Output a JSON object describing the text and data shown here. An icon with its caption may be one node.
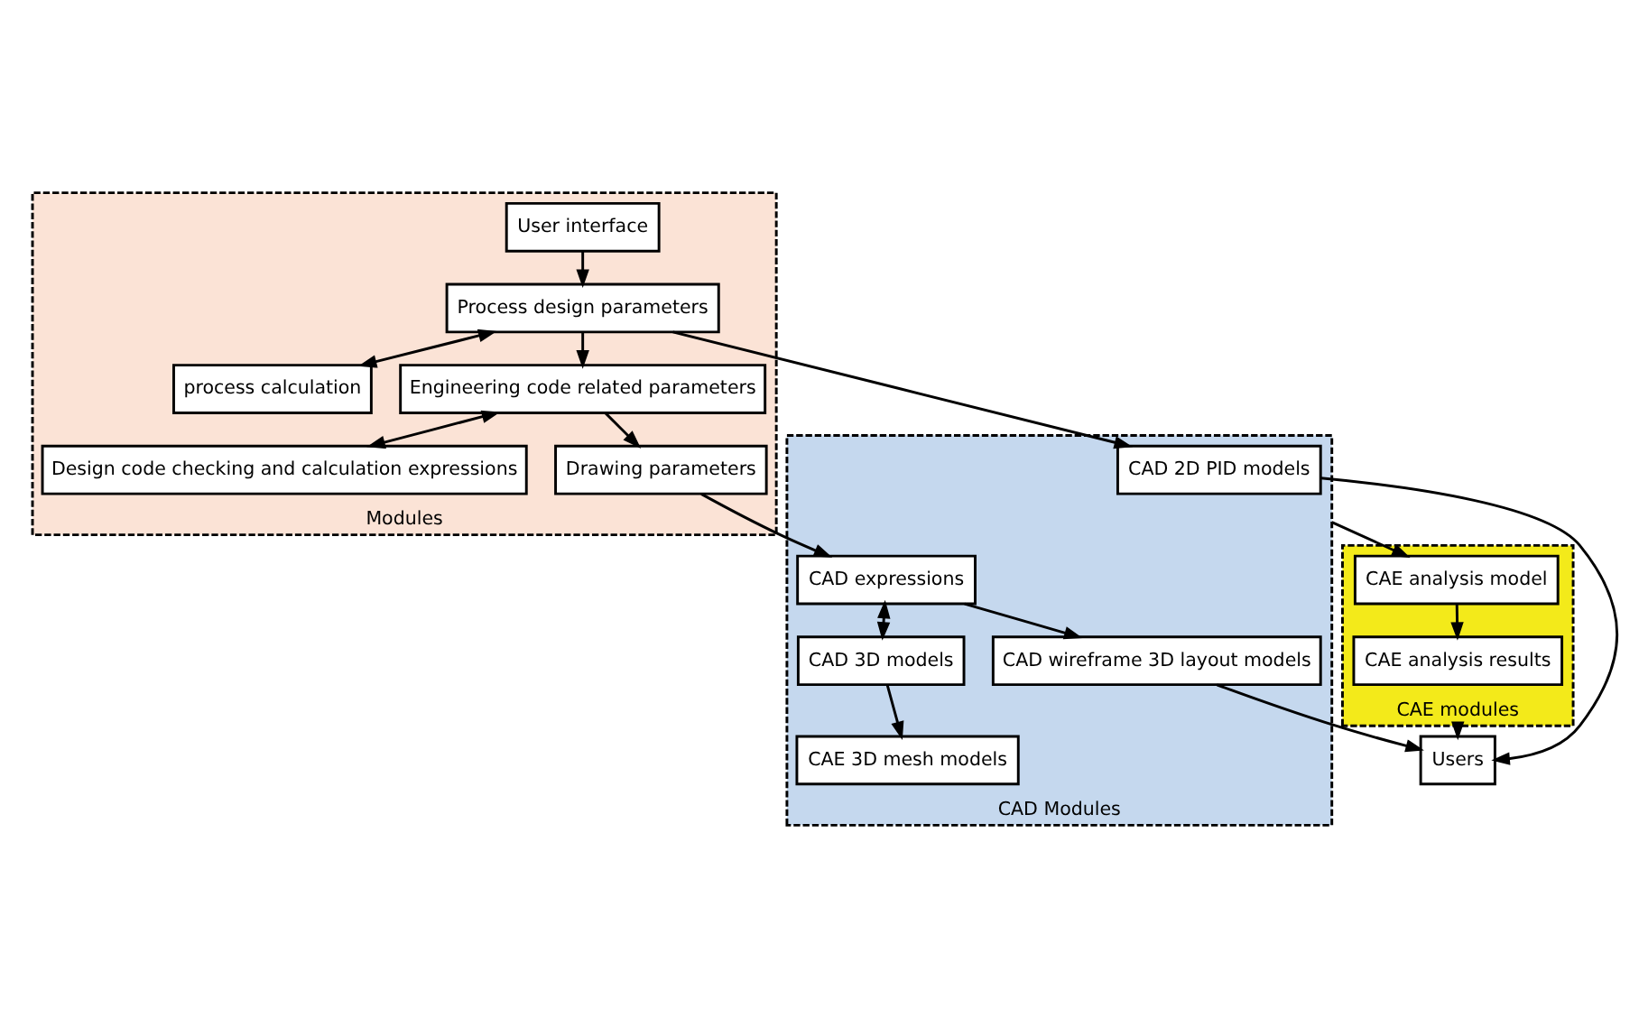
{
  "diagram": {
    "nodes": [
      {
        "text": [
          "Users"
        ]
      },
      {
        "text": [
          "Modules"
        ]
      },
      {
        "text": [
          "CAD Modules"
        ]
      },
      {
        "text": [
          "CAE modules"
        ]
      },
      {
        "text": [
          "User interface"
        ],
        "in": 1
      },
      {
        "text": [
          "process calculation"
        ],
        "in": 1
      },
      {
        "text": [
          "Process design parameters"
        ],
        "in": 1
      },
      {
        "text": [
          "Design code checking and calculation expressions"
        ],
        "in": 1
      },
      {
        "text": [
          "Engineering code related parameters"
        ],
        "in": 1
      },
      {
        "text": [
          "Drawing parameters"
        ],
        "in": 1
      },
      {
        "text": [
          "CAD 2D PID models"
        ],
        "in": 2
      },
      {
        "text": [
          "CAD wireframe 3D layout models"
        ],
        "in": 2
      },
      {
        "text": [
          "CAD expressions"
        ],
        "in": 2
      },
      {
        "text": [
          "CAD 3D models"
        ],
        "in": 2
      },
      {
        "text": [
          "CAE 3D mesh models"
        ],
        "in": 2
      },
      {
        "text": [
          "CAE analysis results"
        ],
        "in": 3
      },
      {
        "text": [
          "CAE analysis model"
        ],
        "in": 3
      }
    ],
    "edges": [
      {
        "from": 4,
        "to": 6,
        "arrow": "to"
      },
      {
        "from": 6,
        "to": 5,
        "arrow": "both"
      },
      {
        "from": 6,
        "to": 10,
        "arrow": "to"
      },
      {
        "from": 6,
        "to": 8,
        "arrow": "to"
      },
      {
        "from": 8,
        "to": 7,
        "arrow": "both"
      },
      {
        "from": 8,
        "to": 9,
        "arrow": "to"
      },
      {
        "from": 9,
        "to": 12,
        "arrow": "to"
      },
      {
        "from": 12,
        "to": 11,
        "arrow": "to"
      },
      {
        "from": 12,
        "to": 13,
        "arrow": "both"
      },
      {
        "from": 13,
        "to": 14,
        "arrow": "to"
      },
      {
        "from": 2,
        "to": 16,
        "arrow": "to"
      },
      {
        "from": 16,
        "to": 15,
        "arrow": "to"
      },
      {
        "from": 10,
        "to": 0,
        "arrow": "to"
      },
      {
        "from": 11,
        "to": 0,
        "arrow": "to"
      },
      {
        "from": 3,
        "to": 0,
        "arrow": "to"
      }
    ]
  }
}
